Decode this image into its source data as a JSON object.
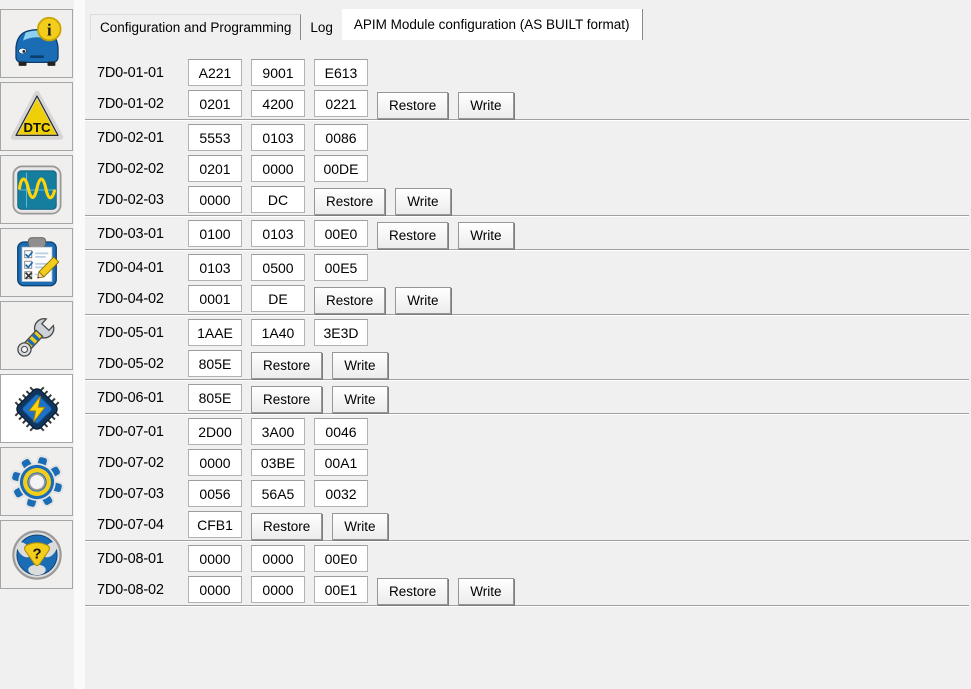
{
  "tabs": {
    "items": [
      {
        "label": "Configuration and Programming",
        "selected": false
      },
      {
        "label": "Log",
        "selected": false
      },
      {
        "label": "APIM Module configuration (AS BUILT format)",
        "selected": true
      }
    ]
  },
  "sidebar": {
    "items": [
      {
        "id": "vehicle-info",
        "icon": "car-info-icon",
        "icon_text": "i",
        "selected": false
      },
      {
        "id": "dtc",
        "icon": "dtc-triangle-icon",
        "icon_text": "DTC",
        "selected": false
      },
      {
        "id": "oscilloscope",
        "icon": "oscilloscope-icon",
        "selected": false
      },
      {
        "id": "procedures",
        "icon": "checklist-icon",
        "selected": false
      },
      {
        "id": "service-functions",
        "icon": "wrench-icon",
        "selected": false
      },
      {
        "id": "module-configuration",
        "icon": "chip-icon",
        "selected": true
      },
      {
        "id": "settings",
        "icon": "gear-icon",
        "selected": false
      },
      {
        "id": "help",
        "icon": "help-icon",
        "icon_text": "?",
        "selected": false
      }
    ]
  },
  "actions": {
    "restore_label": "Restore",
    "write_label": "Write"
  },
  "asbuilt": {
    "groups": [
      {
        "rows": [
          {
            "id": "7D0-01-01",
            "values": [
              "A221",
              "9001",
              "E613"
            ],
            "has_actions": false
          },
          {
            "id": "7D0-01-02",
            "values": [
              "0201",
              "4200",
              "0221"
            ],
            "has_actions": true
          }
        ]
      },
      {
        "rows": [
          {
            "id": "7D0-02-01",
            "values": [
              "5553",
              "0103",
              "0086"
            ],
            "has_actions": false
          },
          {
            "id": "7D0-02-02",
            "values": [
              "0201",
              "0000",
              "00DE"
            ],
            "has_actions": false
          },
          {
            "id": "7D0-02-03",
            "values": [
              "0000",
              "DC"
            ],
            "has_actions": true
          }
        ]
      },
      {
        "rows": [
          {
            "id": "7D0-03-01",
            "values": [
              "0100",
              "0103",
              "00E0"
            ],
            "has_actions": true
          }
        ]
      },
      {
        "rows": [
          {
            "id": "7D0-04-01",
            "values": [
              "0103",
              "0500",
              "00E5"
            ],
            "has_actions": false
          },
          {
            "id": "7D0-04-02",
            "values": [
              "0001",
              "DE"
            ],
            "has_actions": true
          }
        ]
      },
      {
        "rows": [
          {
            "id": "7D0-05-01",
            "values": [
              "1AAE",
              "1A40",
              "3E3D"
            ],
            "has_actions": false
          },
          {
            "id": "7D0-05-02",
            "values": [
              "805E"
            ],
            "has_actions": true
          }
        ]
      },
      {
        "rows": [
          {
            "id": "7D0-06-01",
            "values": [
              "805E"
            ],
            "has_actions": true
          }
        ]
      },
      {
        "rows": [
          {
            "id": "7D0-07-01",
            "values": [
              "2D00",
              "3A00",
              "0046"
            ],
            "has_actions": false
          },
          {
            "id": "7D0-07-02",
            "values": [
              "0000",
              "03BE",
              "00A1"
            ],
            "has_actions": false
          },
          {
            "id": "7D0-07-03",
            "values": [
              "0056",
              "56A5",
              "0032"
            ],
            "has_actions": false
          },
          {
            "id": "7D0-07-04",
            "values": [
              "CFB1"
            ],
            "has_actions": true
          }
        ]
      },
      {
        "rows": [
          {
            "id": "7D0-08-01",
            "values": [
              "0000",
              "0000",
              "00E0"
            ],
            "has_actions": false
          },
          {
            "id": "7D0-08-02",
            "values": [
              "0000",
              "0000",
              "00E1"
            ],
            "has_actions": true
          }
        ]
      }
    ]
  },
  "colors": {
    "background": "#f0f0f0",
    "accent_blue": "#1a6cb4",
    "accent_yellow": "#f3cd1c",
    "field_background": "#ffffff",
    "separator": "#a0a0a0",
    "selected_tab_background": "#ffffff"
  }
}
